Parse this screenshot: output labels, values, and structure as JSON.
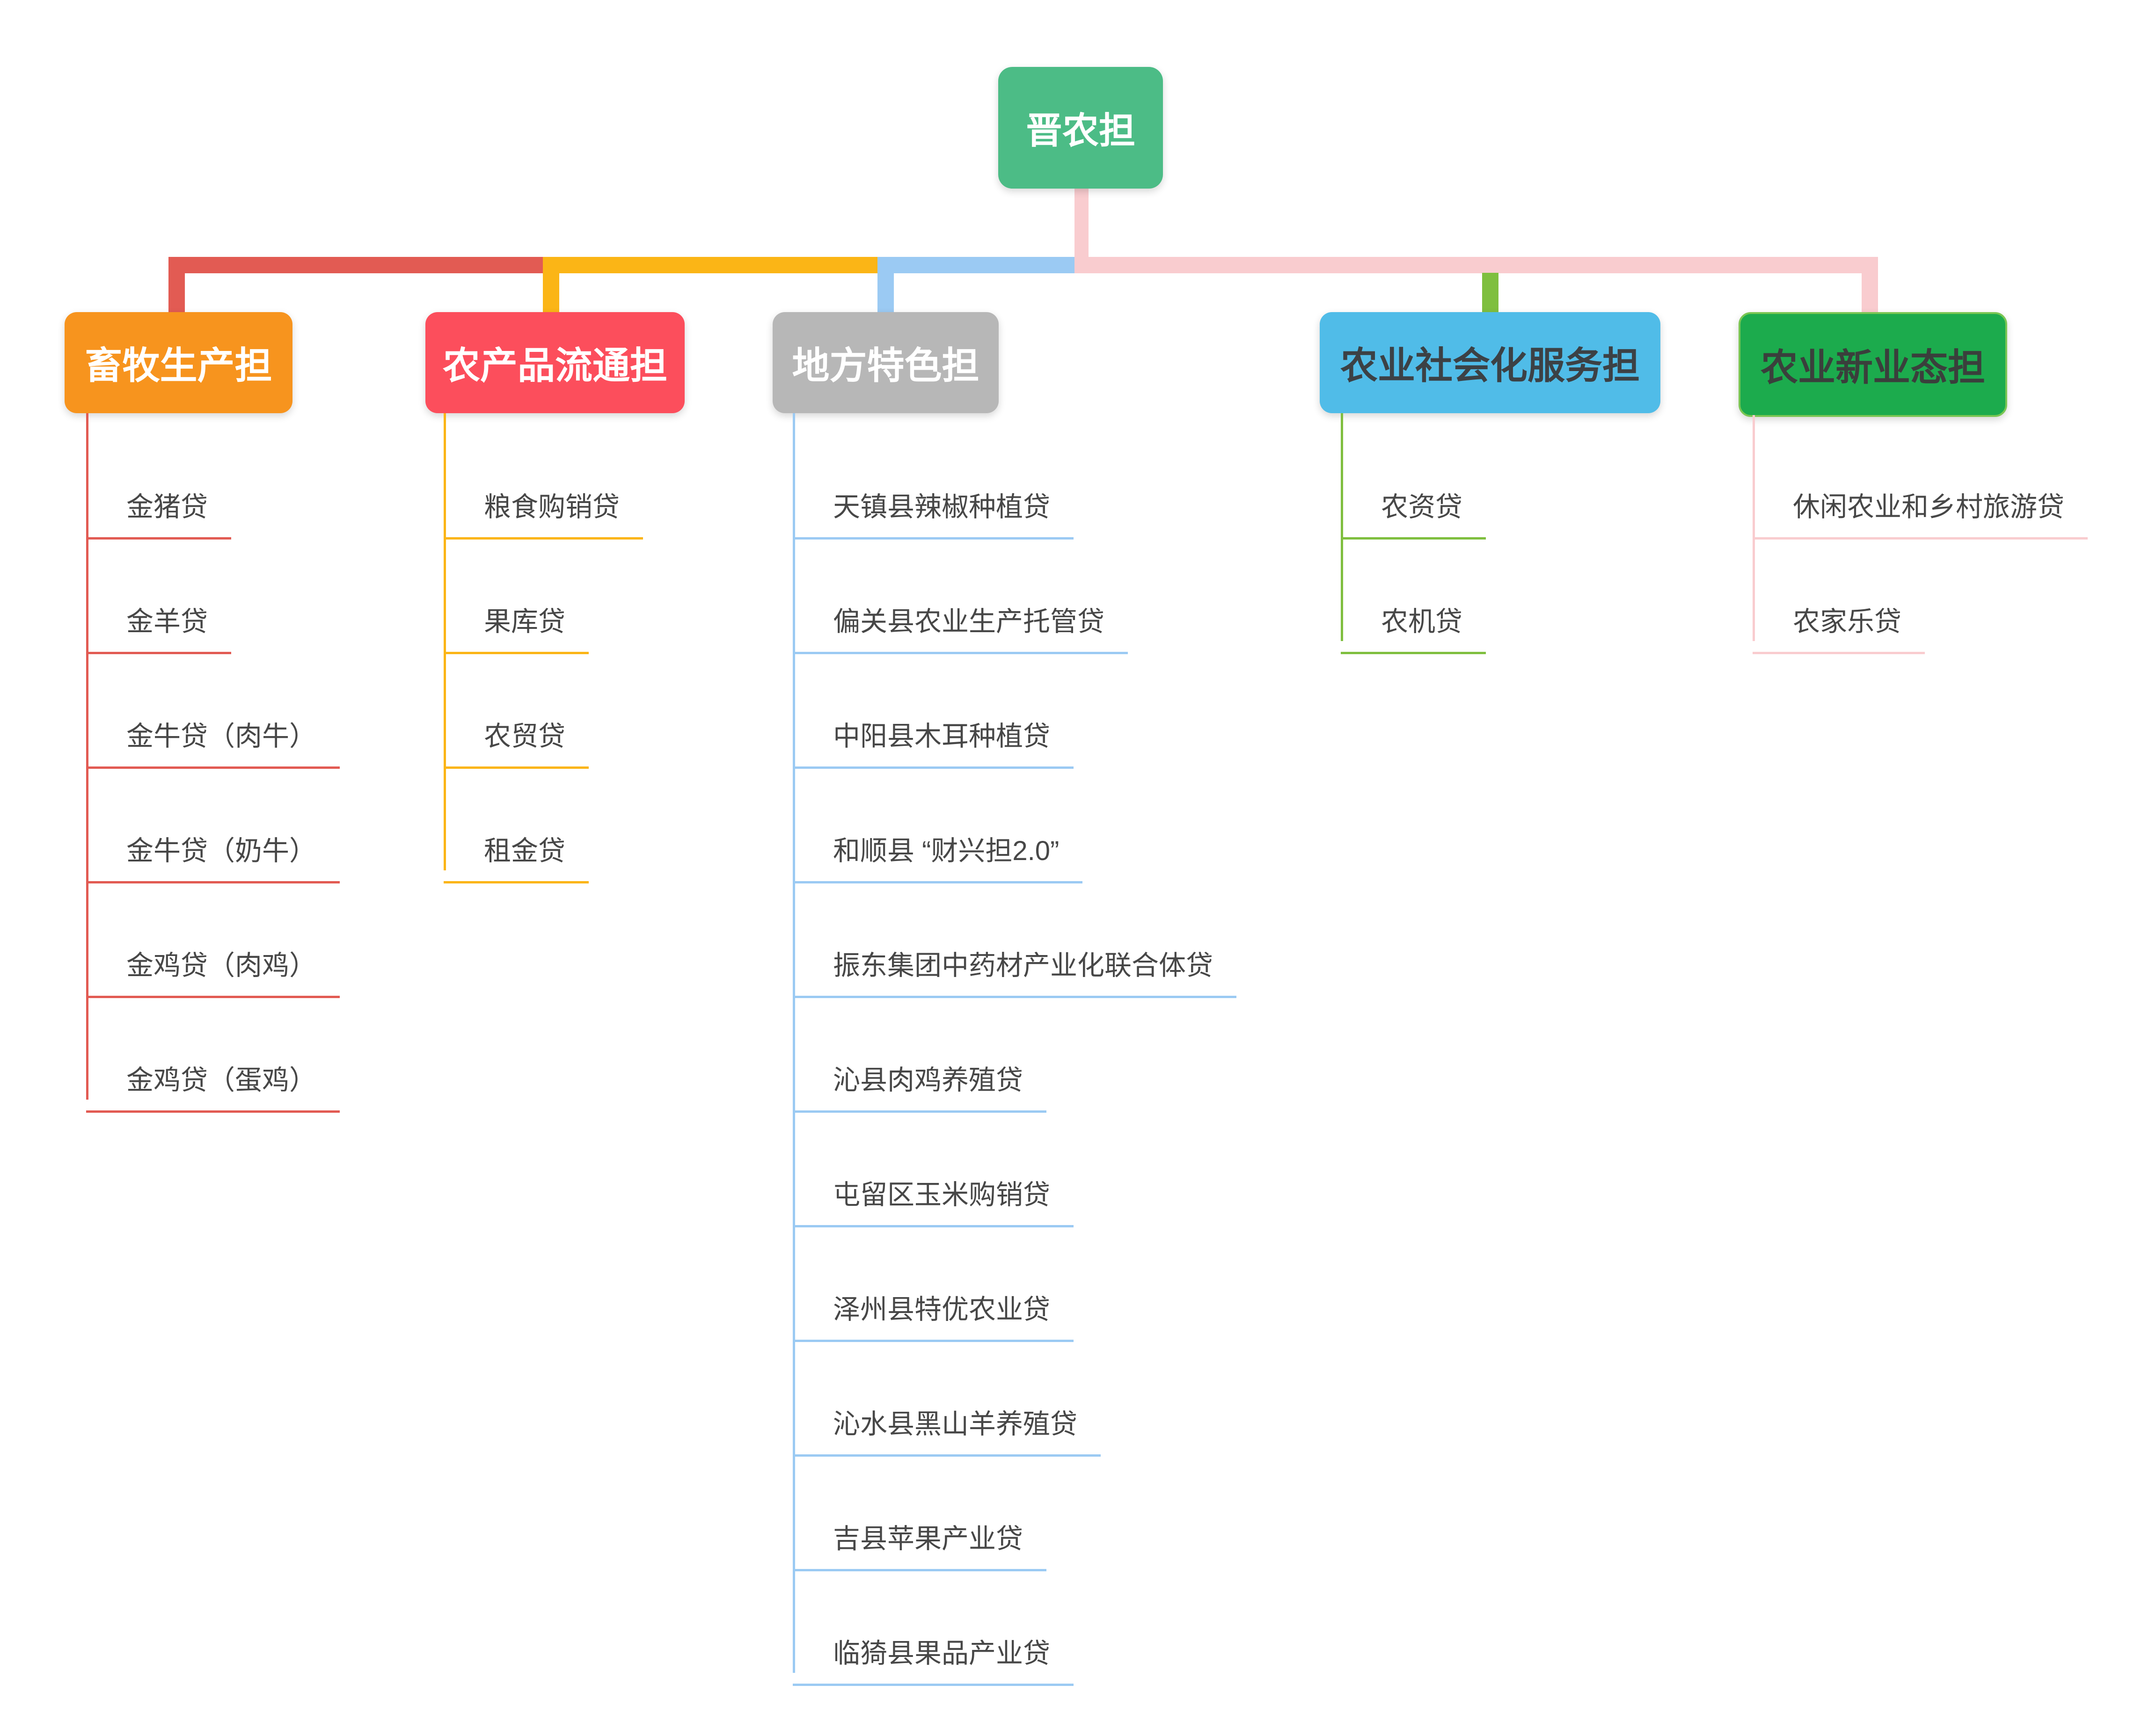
{
  "root": {
    "label": "晋农担",
    "bg": "#4CBC86",
    "text_color": "#FFFFFF"
  },
  "connector_bar_colors": [
    "#E25B53",
    "#FBB516",
    "#9BCAF3",
    "#7FBF3F",
    "#F9CCCF"
  ],
  "branches": [
    {
      "label": "畜牧生产担",
      "bg": "#F7941E",
      "text_color": "#FFFFFF",
      "line_color": "#E25B53",
      "children": [
        "金猪贷",
        "金羊贷",
        "金牛贷（肉牛）",
        "金牛贷（奶牛）",
        "金鸡贷（肉鸡）",
        "金鸡贷（蛋鸡）"
      ]
    },
    {
      "label": "农产品流通担",
      "bg": "#FC4E5C",
      "text_color": "#FFFFFF",
      "line_color": "#FBB516",
      "children": [
        "粮食购销贷",
        "果库贷",
        "农贸贷",
        "租金贷"
      ]
    },
    {
      "label": "地方特色担",
      "bg": "#B7B7B7",
      "text_color": "#FFFFFF",
      "line_color": "#9BCAF3",
      "children": [
        "天镇县辣椒种植贷",
        "偏关县农业生产托管贷",
        "中阳县木耳种植贷",
        "和顺县 “财兴担2.0”",
        "振东集团中药材产业化联合体贷",
        "沁县肉鸡养殖贷",
        "屯留区玉米购销贷",
        "泽州县特优农业贷",
        "沁水县黑山羊养殖贷",
        "吉县苹果产业贷",
        "临猗县果品产业贷"
      ]
    },
    {
      "label": "农业社会化服务担",
      "bg": "#50BCE8",
      "text_color": "#3C4145",
      "line_color": "#7FBF3F",
      "children": [
        "农资贷",
        "农机贷"
      ]
    },
    {
      "label": "农业新业态担",
      "bg": "#1CAB4D",
      "text_color": "#3A3F3C",
      "border_color": "#7AC653",
      "line_color": "#F9CCCF",
      "children": [
        "休闲农业和乡村旅游贷",
        "农家乐贷"
      ]
    }
  ]
}
